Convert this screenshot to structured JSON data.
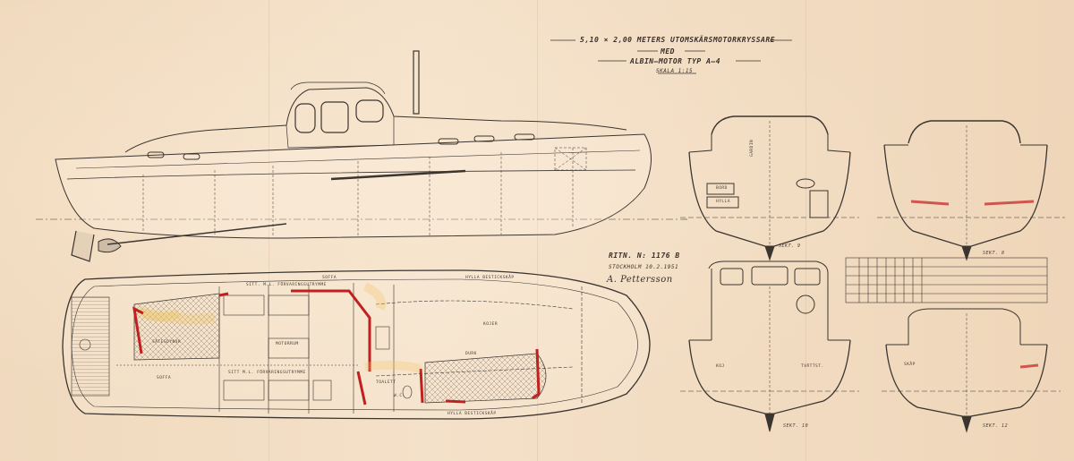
{
  "title": {
    "main": "5,10 × 2,00 METERS UTOMSKÄRSMOTORKRYSSARE",
    "with": "MED",
    "engine": "ALBIN–MOTOR  TYP  A–4",
    "scale": "SKALA 1:15"
  },
  "drawing_no": "RITN.  N:  1176  B",
  "place_date": "STOCKHOLM 10.2.1951",
  "signature": "A. Pettersson",
  "sections": {
    "s9": "SEKT. 9",
    "s8": "SEKT. 8",
    "s10": "SEKT. 10",
    "s12": "SEKT. 12"
  },
  "plan_labels": {
    "sofa_top": "SOFFA",
    "hylla_top": "HYLLA BESTICKSKÅP",
    "kuddar": "SÄTESDYNOR",
    "sitt_top": "SITT. M.L. FÖRVARINGSUTRYMME",
    "hylla_bottom": "HYLLA BESTICKSKÅP",
    "toalett": "TOALETT",
    "wc": "W.C.",
    "kojer": "KOJER",
    "motorrum": "MOTORRUM",
    "sitt_bottom": "SITT M.L. FÖRVARINGSUTRYMME",
    "soffa": "SOFFA",
    "durk": "DURK"
  },
  "section_labels": {
    "gardin": "GARDIN",
    "bord": "BORD",
    "hylla": "HYLLA",
    "kojs": "KOJ",
    "skap": "SKÅP",
    "tvattst": "TVÄTTST."
  }
}
